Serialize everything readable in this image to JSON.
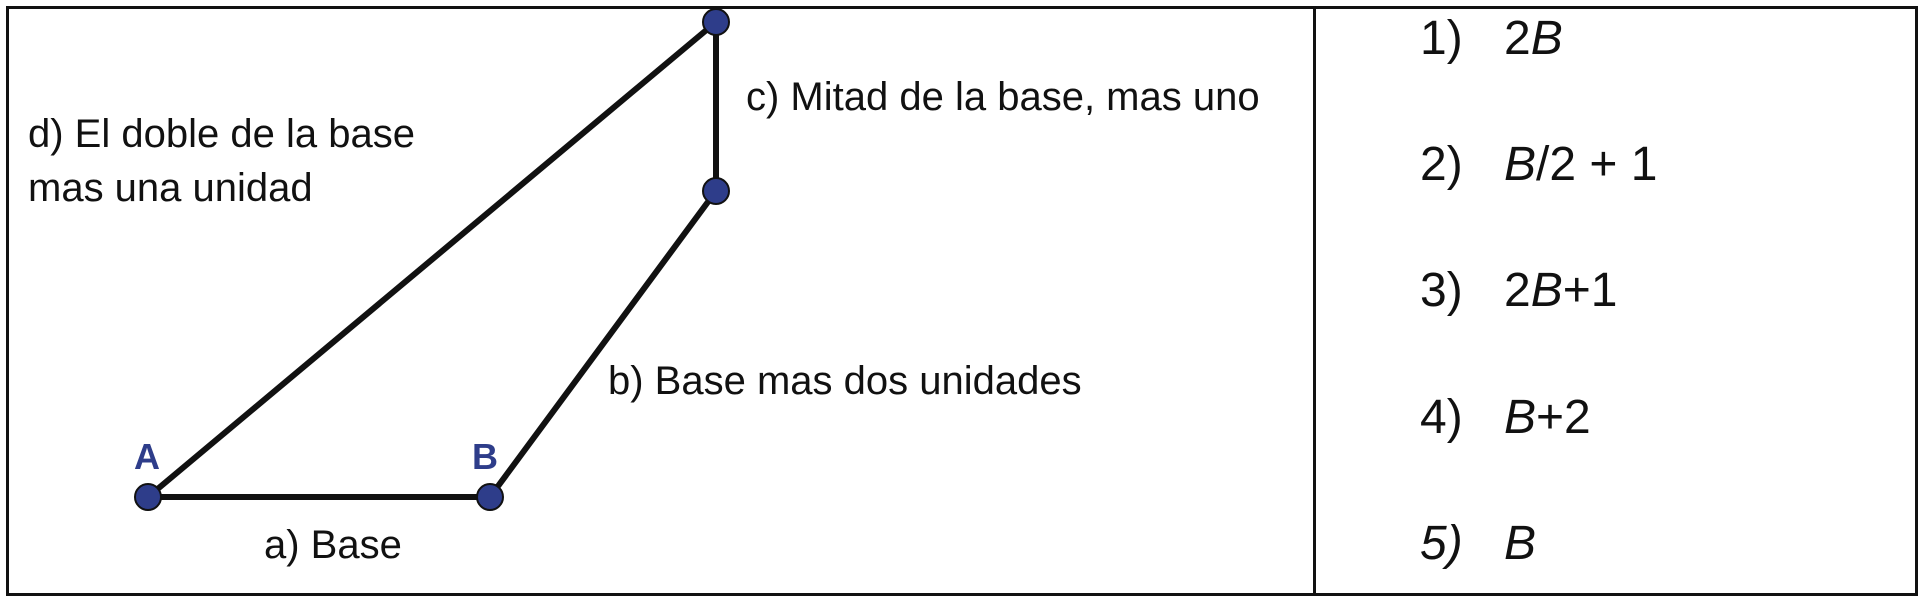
{
  "diagram": {
    "points": {
      "A": "A",
      "B": "B"
    },
    "labels": {
      "a": "a) Base",
      "b": "b) Base mas dos unidades",
      "c": "c) Mitad de la base, mas uno",
      "d_line1": "d) El doble de la base",
      "d_line2": "mas una unidad"
    },
    "colors": {
      "vertex": "#2e3d8a",
      "edge": "#111111"
    }
  },
  "options": [
    {
      "num": "1)",
      "pre": "2",
      "var": "B",
      "post": ""
    },
    {
      "num": "2)",
      "pre": "",
      "var": "B",
      "post": "/2 + 1"
    },
    {
      "num": "3)",
      "pre": "2",
      "var": "B",
      "post": "+1"
    },
    {
      "num": "4)",
      "pre": "",
      "var": "B",
      "post": "+2"
    },
    {
      "num": "5)",
      "pre": "",
      "var": "B",
      "post": ""
    }
  ]
}
